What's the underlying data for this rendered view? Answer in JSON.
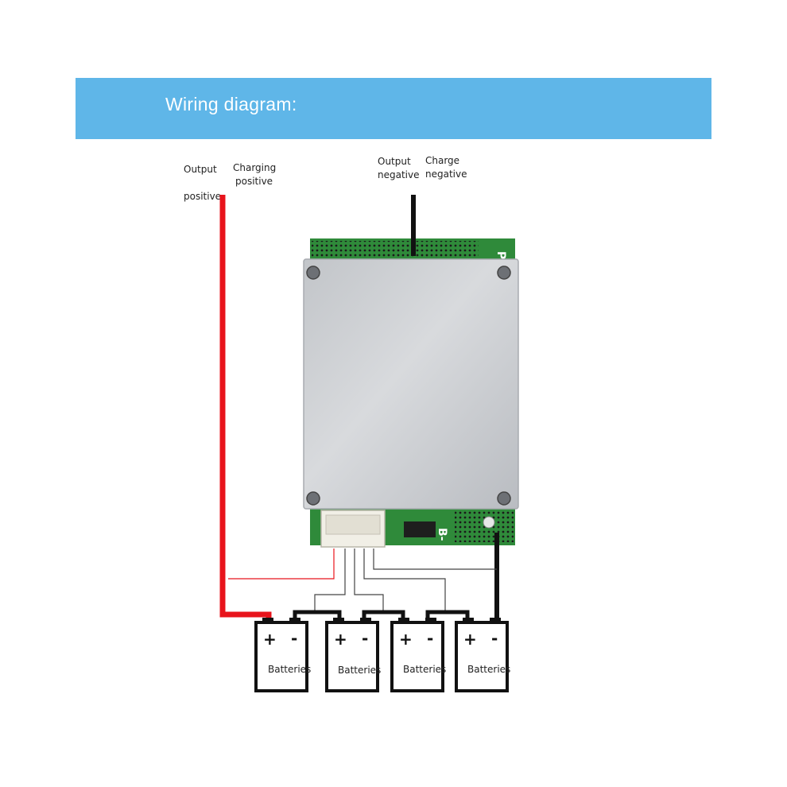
{
  "header": {
    "title": "Wiring diagram:"
  },
  "labels": {
    "output_positive_line1": "Output",
    "output_positive_line2": "positive",
    "charging_positive_line1": "Charging",
    "charging_positive_line2": "positive",
    "output_negative_line1": "Output",
    "output_negative_line2": "negative",
    "charge_negative_line1": "Charge",
    "charge_negative_line2": "negative"
  },
  "board": {
    "top_terminal": "P-",
    "bottom_terminal": "B-"
  },
  "batteries": [
    {
      "label": "Batteries",
      "plus": "+",
      "minus": "-"
    },
    {
      "label": "Batteries",
      "plus": "+",
      "minus": "-"
    },
    {
      "label": "Batteries",
      "plus": "+",
      "minus": "-"
    },
    {
      "label": "Batteries",
      "plus": "+",
      "minus": "-"
    }
  ],
  "colors": {
    "banner": "#5fb6e8",
    "positive_wire": "#e8141c",
    "negative_wire": "#111111",
    "pcb_green": "#2f8a3a",
    "heatsink": "#c9ccd0"
  }
}
